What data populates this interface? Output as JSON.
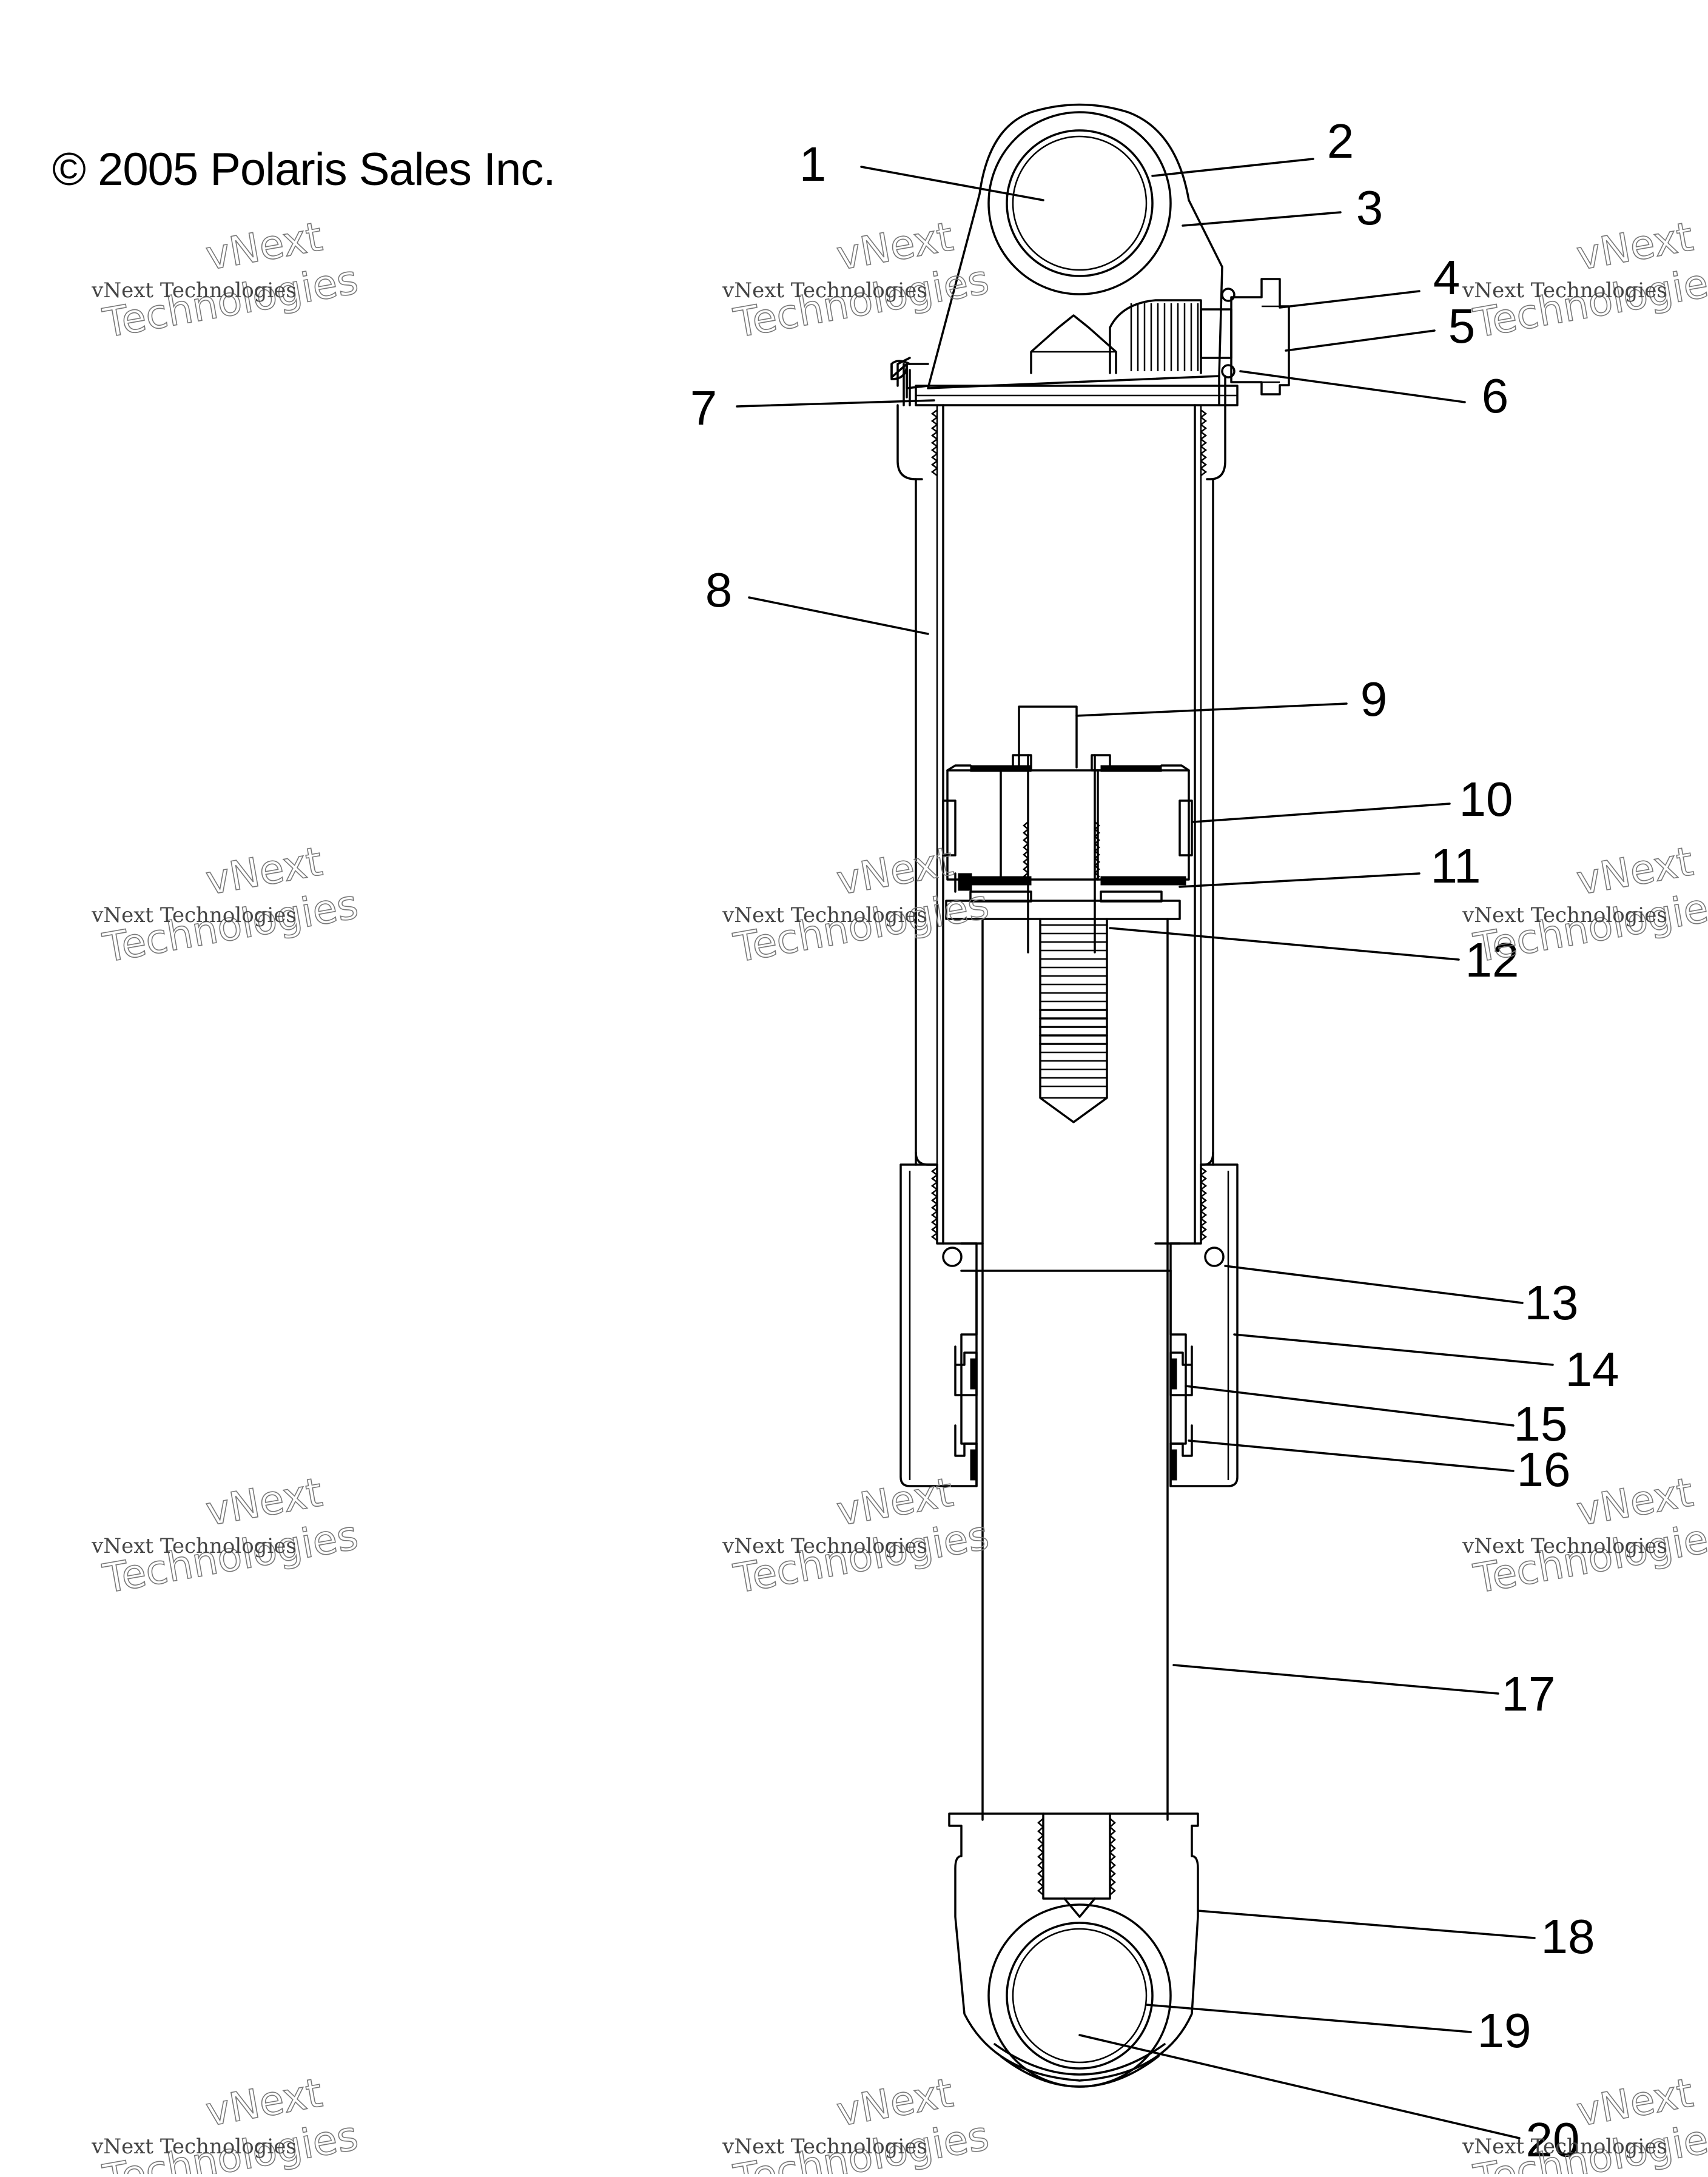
{
  "copyright": "© 2005 Polaris Sales Inc.",
  "callouts": [
    {
      "id": 1,
      "label": "1"
    },
    {
      "id": 2,
      "label": "2"
    },
    {
      "id": 3,
      "label": "3"
    },
    {
      "id": 4,
      "label": "4"
    },
    {
      "id": 5,
      "label": "5"
    },
    {
      "id": 6,
      "label": "6"
    },
    {
      "id": 7,
      "label": "7"
    },
    {
      "id": 8,
      "label": "8"
    },
    {
      "id": 9,
      "label": "9"
    },
    {
      "id": 10,
      "label": "10"
    },
    {
      "id": 11,
      "label": "11"
    },
    {
      "id": 12,
      "label": "12"
    },
    {
      "id": 13,
      "label": "13"
    },
    {
      "id": 14,
      "label": "14"
    },
    {
      "id": 15,
      "label": "15"
    },
    {
      "id": 16,
      "label": "16"
    },
    {
      "id": 17,
      "label": "17"
    },
    {
      "id": 18,
      "label": "18"
    },
    {
      "id": 19,
      "label": "19"
    },
    {
      "id": 20,
      "label": "20"
    }
  ],
  "watermark": {
    "small": "vNext Technologies",
    "large_top": "vNext",
    "large_bottom": "Technologies"
  }
}
